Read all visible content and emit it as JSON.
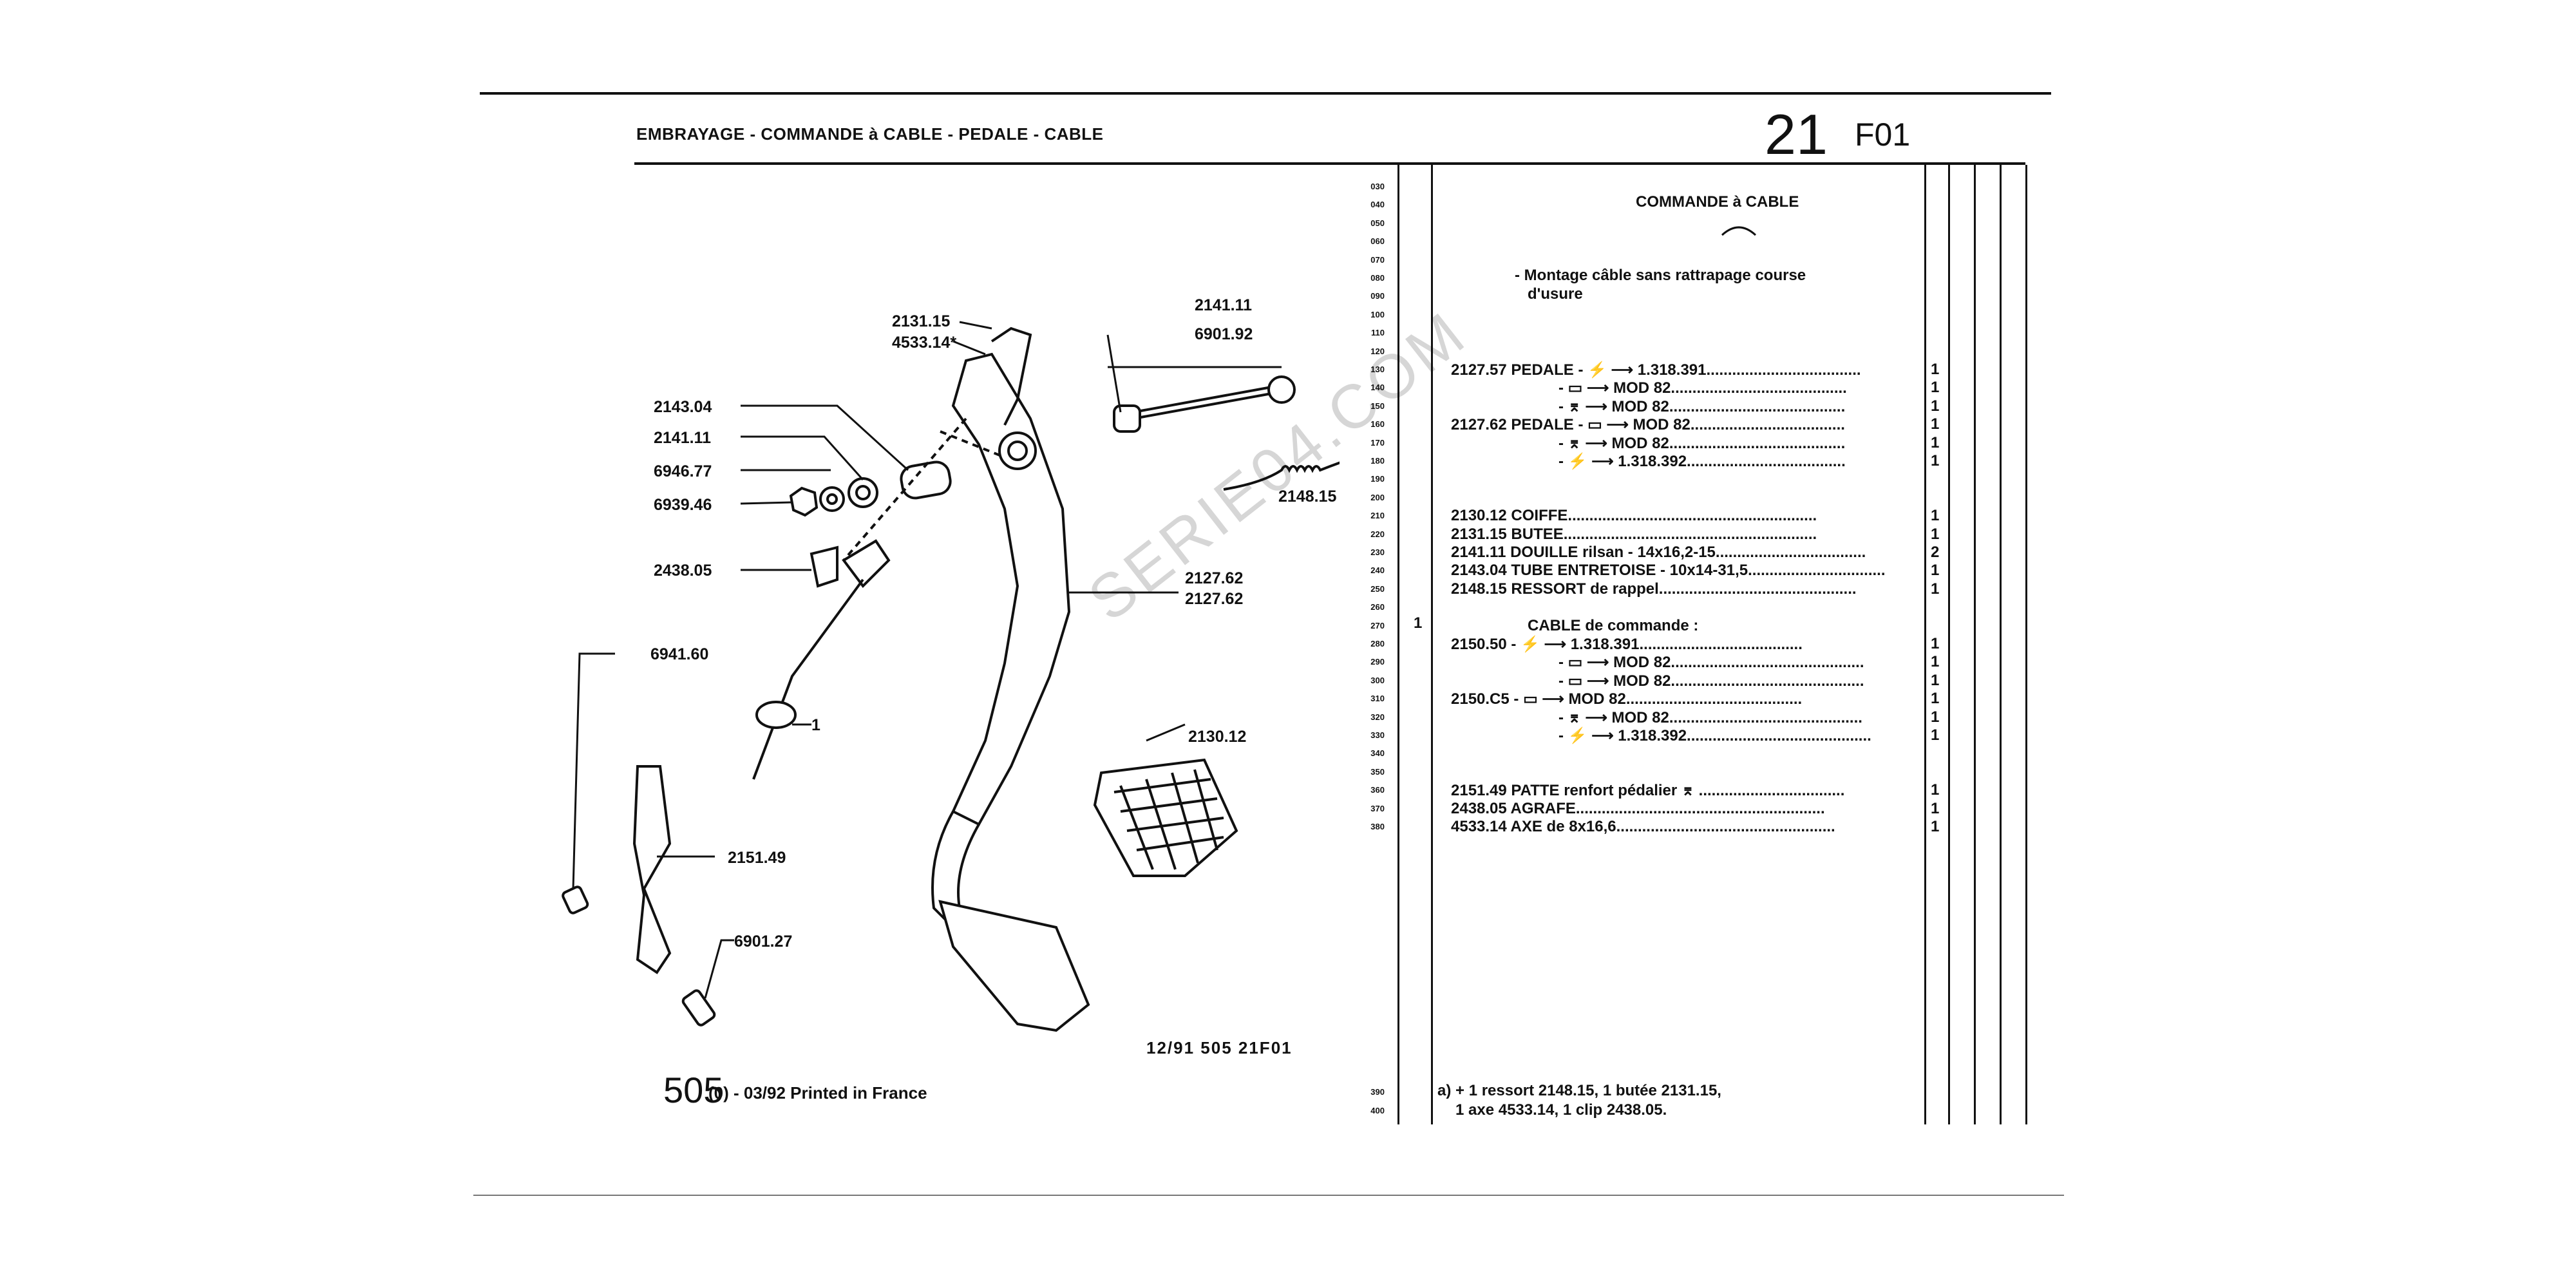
{
  "header": {
    "title": "EMBRAYAGE - COMMANDE à CABLE - PEDALE - CABLE",
    "group_number": "21",
    "group_code": "F01"
  },
  "watermark": "SERIE04.COM",
  "diagram": {
    "callouts": [
      {
        "id": "c1",
        "label": "2131.15"
      },
      {
        "id": "c2",
        "label": "4533.14*"
      },
      {
        "id": "c3",
        "label": "2141.11"
      },
      {
        "id": "c4",
        "label": "6901.92"
      },
      {
        "id": "c5",
        "label": "2143.04"
      },
      {
        "id": "c6",
        "label": "2141.11"
      },
      {
        "id": "c7",
        "label": "6946.77"
      },
      {
        "id": "c8",
        "label": "6939.46"
      },
      {
        "id": "c9",
        "label": "2148.15"
      },
      {
        "id": "c10",
        "label": "2438.05"
      },
      {
        "id": "c11",
        "label": "2127.62"
      },
      {
        "id": "c12",
        "label": "2127.62"
      },
      {
        "id": "c13",
        "label": "6941.60"
      },
      {
        "id": "c14",
        "label": "1"
      },
      {
        "id": "c15",
        "label": "2130.12"
      },
      {
        "id": "c16",
        "label": "2151.49"
      },
      {
        "id": "c17",
        "label": "6901.27"
      }
    ],
    "ref_code": "12/91 505 21F01"
  },
  "row_numbers": [
    "030",
    "040",
    "050",
    "060",
    "070",
    "080",
    "090",
    "100",
    "110",
    "120",
    "130",
    "140",
    "150",
    "160",
    "170",
    "180",
    "190",
    "200",
    "210",
    "220",
    "230",
    "240",
    "250",
    "260",
    "270",
    "280",
    "290",
    "300",
    "310",
    "320",
    "330",
    "340",
    "350",
    "360",
    "370",
    "380"
  ],
  "list": {
    "section_title": "COMMANDE à CABLE",
    "subtitle_line1": "- Montage câble sans rattrapage course",
    "subtitle_line2": "d'usure",
    "lines": [
      {
        "row": "130",
        "text": "2127.57 PEDALE - ⚡ ⟶ 1.318.391....................................",
        "qty": "1"
      },
      {
        "row": "140",
        "text": "- ▭ ⟶ MOD 82.........................................",
        "qty": "1"
      },
      {
        "row": "150",
        "text": "- ⌆ ⟶ MOD 82.........................................",
        "qty": "1"
      },
      {
        "row": "160",
        "text": "2127.62 PEDALE - ▭ ⟶ MOD 82....................................",
        "qty": "1"
      },
      {
        "row": "170",
        "text": "- ⌆ ⟶ MOD 82.........................................",
        "qty": "1"
      },
      {
        "row": "180",
        "text": "- ⚡ ⟶ 1.318.392.....................................",
        "qty": "1"
      },
      {
        "row": "210",
        "text": "2130.12 COIFFE..........................................................",
        "qty": "1"
      },
      {
        "row": "220",
        "text": "2131.15 BUTEE...........................................................",
        "qty": "1"
      },
      {
        "row": "230",
        "text": "2141.11 DOUILLE rilsan - 14x16,2-15...................................",
        "qty": "2"
      },
      {
        "row": "240",
        "text": "2143.04 TUBE ENTRETOISE - 10x14-31,5................................",
        "qty": "1"
      },
      {
        "row": "250",
        "text": "2148.15 RESSORT de rappel..............................................",
        "qty": "1"
      },
      {
        "row": "270",
        "text": "CABLE de commande :",
        "qty": ""
      },
      {
        "row": "280",
        "text": "2150.50 - ⚡ ⟶ 1.318.391......................................",
        "qty": "1"
      },
      {
        "row": "290",
        "text": "- ▭ ⟶ MOD 82.............................................",
        "qty": "1"
      },
      {
        "row": "300",
        "text": "- ▭ ⟶ MOD 82.............................................",
        "qty": "1"
      },
      {
        "row": "310",
        "text": "2150.C5 - ▭ ⟶ MOD 82.........................................",
        "qty": "1"
      },
      {
        "row": "320",
        "text": "- ⌆ ⟶ MOD 82.............................................",
        "qty": "1"
      },
      {
        "row": "330",
        "text": "- ⚡ ⟶ 1.318.392...........................................",
        "qty": "1"
      },
      {
        "row": "360",
        "text": "2151.49 PATTE renfort pédalier ⌆ ..................................",
        "qty": "1"
      },
      {
        "row": "370",
        "text": "2438.05 AGRAFE..........................................................",
        "qty": "1"
      },
      {
        "row": "380",
        "text": "4533.14 AXE de 8x16,6...................................................",
        "qty": "1"
      }
    ],
    "note_row_mark": "1",
    "bottom_rows": [
      "390",
      "400"
    ],
    "note_line1": "a) + 1 ressort 2148.15, 1 butée 2131.15,",
    "note_line2": "1 axe 4533.14, 1 clip 2438.05."
  },
  "footer": {
    "model": "505",
    "printed": "(0) - 03/92 Printed in France"
  }
}
